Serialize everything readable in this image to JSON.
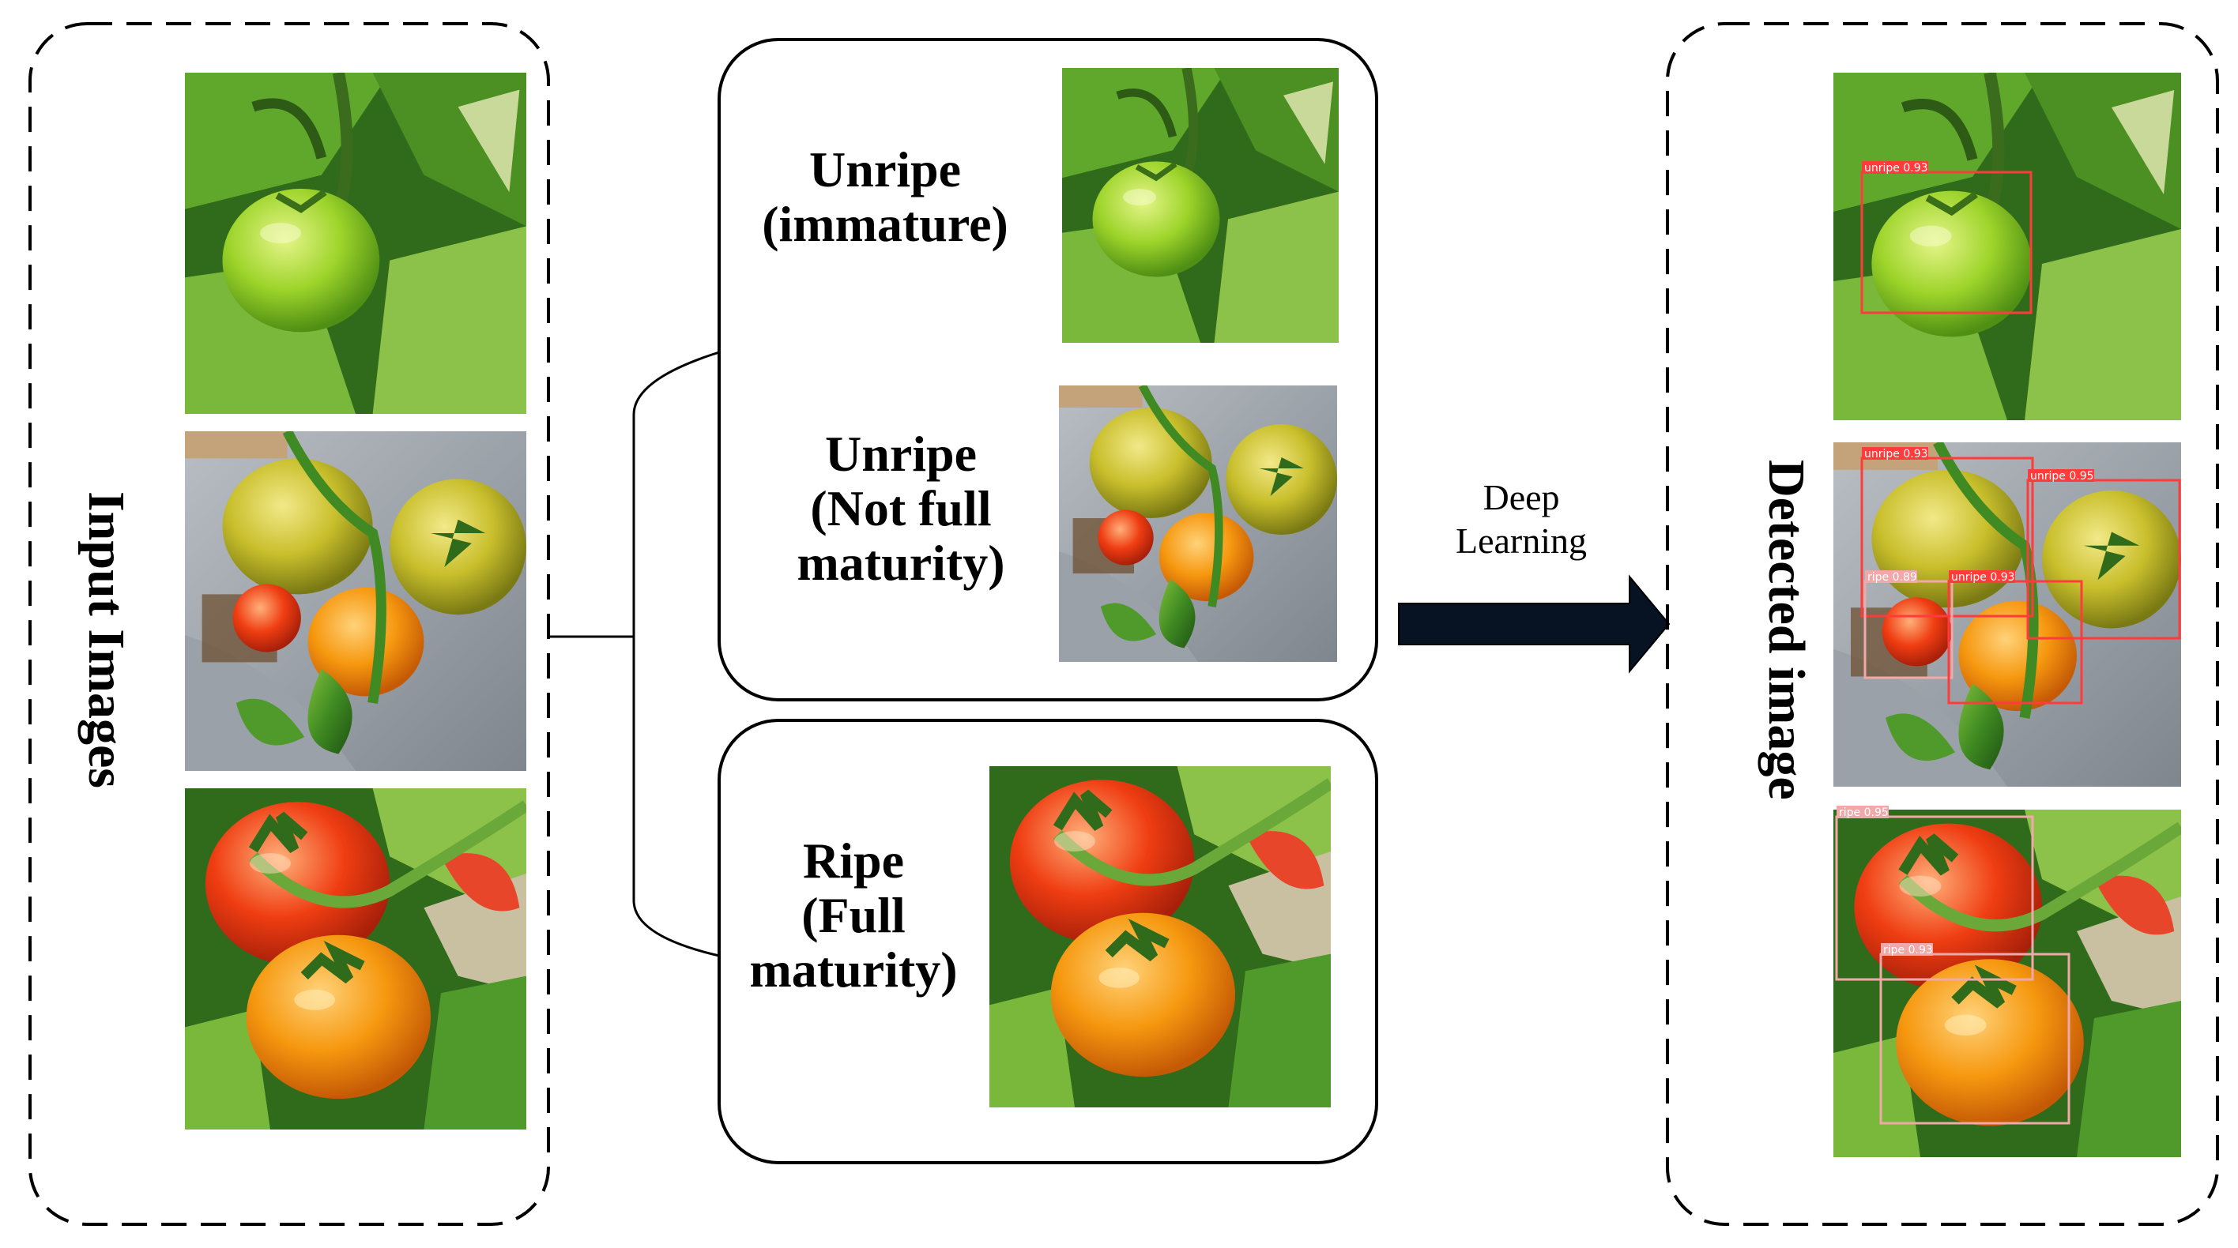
{
  "input_panel": {
    "title": "Input Images"
  },
  "classes": {
    "unripe_immature": {
      "line1": "Unripe",
      "line2": "(immature)"
    },
    "unripe_not_full": {
      "line1": "Unripe",
      "line2": "(Not full",
      "line3": "maturity)"
    },
    "ripe": {
      "line1": "Ripe",
      "line2": "(Full",
      "line3": "maturity)"
    }
  },
  "arrow": {
    "line1": "Deep",
    "line2": "Learning"
  },
  "output_panel": {
    "title": "Detected image"
  },
  "detections": [
    {
      "label": "unripe 0.93"
    },
    {
      "label": "unripe 0.93"
    },
    {
      "label": "unripe 0.95"
    },
    {
      "label": "ripe 0.89"
    },
    {
      "label": "unripe 0.93"
    },
    {
      "label": "ripe 0.95"
    },
    {
      "label": "ripe 0.93"
    }
  ],
  "colors": {
    "unripe_green": "#9dd42a",
    "ripe_red": "#ef3d12",
    "ripe_orange": "#f6980f",
    "leaf_green": "#3f8a22",
    "bbox_red": "#ff3b3b",
    "bbox_pink": "#f0a8a8"
  }
}
